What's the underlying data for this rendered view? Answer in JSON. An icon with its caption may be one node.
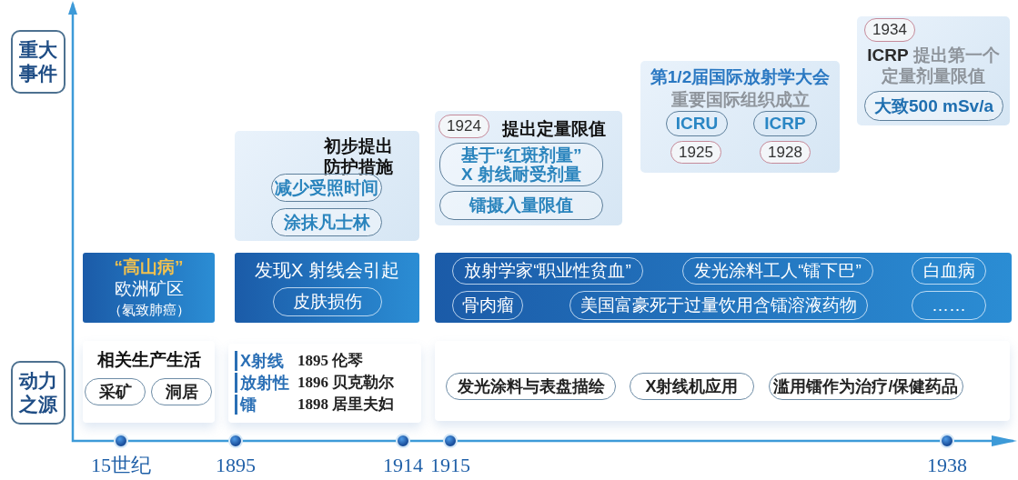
{
  "diagram": {
    "nodes": [
      {
        "text": [
          "重大事件"
        ]
      },
      {
        "text": [
          "动力之源"
        ]
      },
      {
        "text": [
          "初步提出防护措施"
        ]
      },
      {
        "text": [
          "减少受照时间"
        ],
        "in": 2
      },
      {
        "text": [
          "涂抹凡士林"
        ],
        "in": 2
      },
      {
        "text": [
          "提出定量限值"
        ]
      },
      {
        "text": [
          "1924"
        ],
        "in": 5
      },
      {
        "text": [
          "基于“红斑剂量”X 射线耐受剂量"
        ],
        "in": 5
      },
      {
        "text": [
          "镭摄入量限值"
        ],
        "in": 5
      },
      {
        "text": [
          "第1/2届国际放射学大会",
          "重要国际组织成立"
        ]
      },
      {
        "text": [
          "ICRU"
        ],
        "in": 9
      },
      {
        "text": [
          "ICRP"
        ],
        "in": 9
      },
      {
        "text": [
          "1925"
        ],
        "in": 9
      },
      {
        "text": [
          "1928"
        ],
        "in": 9
      },
      {
        "text": [
          "**ICRP** 提出第一个定量剂量限值"
        ]
      },
      {
        "text": [
          "1934"
        ],
        "in": 14
      },
      {
        "text": [
          "大致500 mSv/a"
        ],
        "in": 14
      },
      {
        "text": [
          "“高山病”",
          "欧洲矿区",
          "（氡致肺癌）"
        ]
      },
      {
        "text": [
          "发现X 射线会引起"
        ]
      },
      {
        "text": [
          "皮肤损伤"
        ],
        "in": 18
      },
      {
        "text": [],
        "shape": "box"
      },
      {
        "text": [
          "放射学家“职业性贫血”"
        ],
        "in": 20
      },
      {
        "text": [
          "发光涂料工人“镭下巴”"
        ],
        "in": 20
      },
      {
        "text": [
          "白血病"
        ],
        "in": 20
      },
      {
        "text": [
          "骨肉瘤"
        ],
        "in": 20
      },
      {
        "text": [
          "美国富豪死于过量饮用含镭溶液药物"
        ],
        "in": 20
      },
      {
        "text": [
          "……"
        ],
        "in": 20
      },
      {
        "text": [
          "相关生产生活"
        ]
      },
      {
        "text": [
          "采矿"
        ],
        "in": 27
      },
      {
        "text": [
          "洞居"
        ],
        "in": 27
      },
      {
        "text": [
          "X射线",
          "1895 伦琴",
          "放射性",
          "1896 贝克勒尔",
          "镭",
          "1898 居里夫妇"
        ]
      },
      {
        "text": [],
        "shape": "box"
      },
      {
        "text": [
          "发光涂料与表盘描绘"
        ],
        "in": 31
      },
      {
        "text": [
          "X射线机应用"
        ],
        "in": 31
      },
      {
        "text": [
          "滥用镭作为治疗/保健药品"
        ],
        "in": 31
      }
    ],
    "labels": [
      "15世纪",
      "1895",
      "1914",
      "1915",
      "1938"
    ]
  }
}
